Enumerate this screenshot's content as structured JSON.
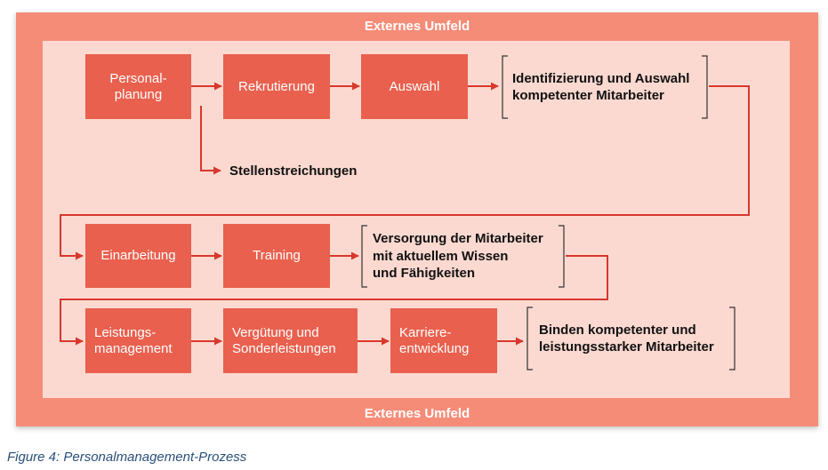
{
  "environment": {
    "top_label": "Externes Umfeld",
    "bottom_label": "Externes Umfeld"
  },
  "row1": {
    "personalplanung": "Personal-\nplanung",
    "rekrutierung": "Rekrutierung",
    "auswahl": "Auswahl",
    "outcome": "Identifizierung und Auswahl\nkompetenter Mitarbeiter",
    "branch": "Stellenstreichungen"
  },
  "row2": {
    "einarbeitung": "Einarbeitung",
    "training": "Training",
    "outcome": "Versorgung der Mitarbeiter\nmit aktuellem Wissen\nund Fähigkeiten"
  },
  "row3": {
    "leistungsmanagement": "Leistungs-\nmanagement",
    "verguetung": "Vergütung und\nSonderleistungen",
    "karriere": "Karriere-\nentwicklung",
    "outcome": "Binden kompetenter und\nleistungsstarker Mitarbeiter"
  },
  "caption": "Figure 4: Personalmanagement-Prozess",
  "colors": {
    "outer": "#f58c78",
    "inner": "#fbd9d0",
    "box": "#e9604e",
    "arrow": "#d8382e",
    "caption": "#2a4f7a"
  }
}
